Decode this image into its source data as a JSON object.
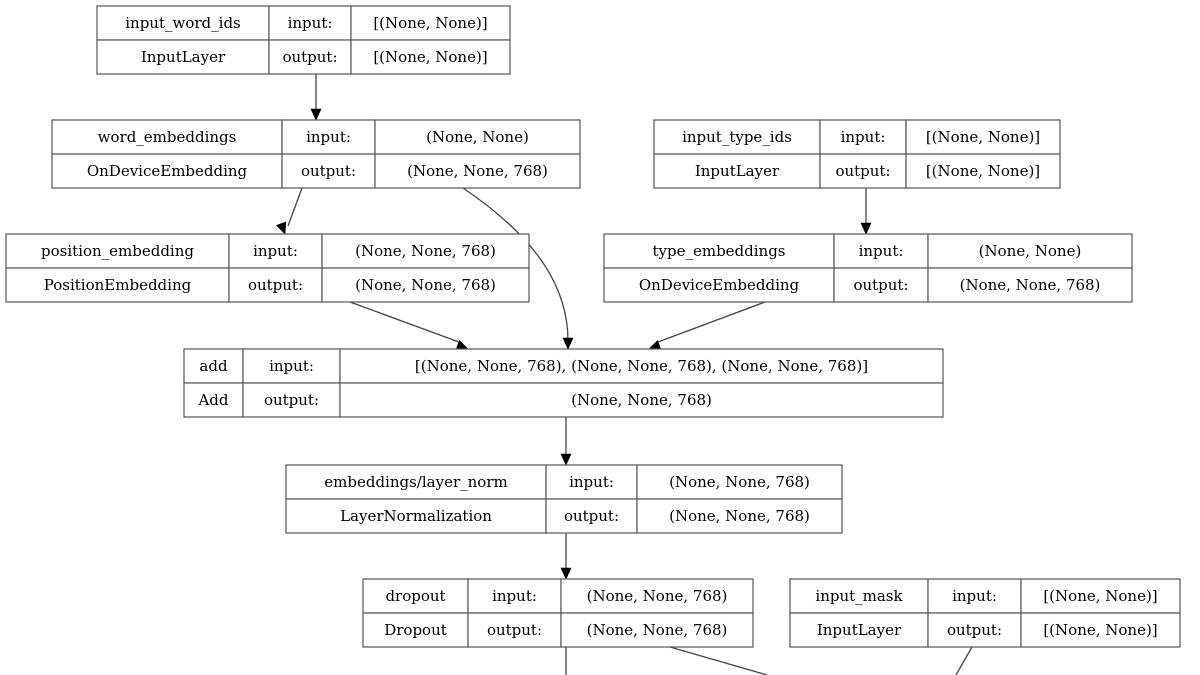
{
  "diagram": {
    "nodes": [
      {
        "id": "input_word_ids",
        "name": "input_word_ids",
        "layer_type": "InputLayer",
        "input_label": "input:",
        "output_label": "output:",
        "input_shape": "[(None, None)]",
        "output_shape": "[(None, None)]"
      },
      {
        "id": "word_embeddings",
        "name": "word_embeddings",
        "layer_type": "OnDeviceEmbedding",
        "input_label": "input:",
        "output_label": "output:",
        "input_shape": "(None, None)",
        "output_shape": "(None, None, 768)"
      },
      {
        "id": "input_type_ids",
        "name": "input_type_ids",
        "layer_type": "InputLayer",
        "input_label": "input:",
        "output_label": "output:",
        "input_shape": "[(None, None)]",
        "output_shape": "[(None, None)]"
      },
      {
        "id": "position_embedding",
        "name": "position_embedding",
        "layer_type": "PositionEmbedding",
        "input_label": "input:",
        "output_label": "output:",
        "input_shape": "(None, None, 768)",
        "output_shape": "(None, None, 768)"
      },
      {
        "id": "type_embeddings",
        "name": "type_embeddings",
        "layer_type": "OnDeviceEmbedding",
        "input_label": "input:",
        "output_label": "output:",
        "input_shape": "(None, None)",
        "output_shape": "(None, None, 768)"
      },
      {
        "id": "add",
        "name": "add",
        "layer_type": "Add",
        "input_label": "input:",
        "output_label": "output:",
        "input_shape": "[(None, None, 768), (None, None, 768), (None, None, 768)]",
        "output_shape": "(None, None, 768)"
      },
      {
        "id": "layer_norm",
        "name": "embeddings/layer_norm",
        "layer_type": "LayerNormalization",
        "input_label": "input:",
        "output_label": "output:",
        "input_shape": "(None, None, 768)",
        "output_shape": "(None, None, 768)"
      },
      {
        "id": "dropout",
        "name": "dropout",
        "layer_type": "Dropout",
        "input_label": "input:",
        "output_label": "output:",
        "input_shape": "(None, None, 768)",
        "output_shape": "(None, None, 768)"
      },
      {
        "id": "input_mask",
        "name": "input_mask",
        "layer_type": "InputLayer",
        "input_label": "input:",
        "output_label": "output:",
        "input_shape": "[(None, None)]",
        "output_shape": "[(None, None)]"
      }
    ],
    "edges": [
      {
        "from": "input_word_ids",
        "to": "word_embeddings"
      },
      {
        "from": "word_embeddings",
        "to": "position_embedding"
      },
      {
        "from": "word_embeddings",
        "to": "add"
      },
      {
        "from": "input_type_ids",
        "to": "type_embeddings"
      },
      {
        "from": "position_embedding",
        "to": "add"
      },
      {
        "from": "type_embeddings",
        "to": "add"
      },
      {
        "from": "add",
        "to": "layer_norm"
      },
      {
        "from": "layer_norm",
        "to": "dropout"
      },
      {
        "from": "dropout",
        "to": "(continues below)"
      },
      {
        "from": "input_mask",
        "to": "(continues below)"
      }
    ]
  }
}
